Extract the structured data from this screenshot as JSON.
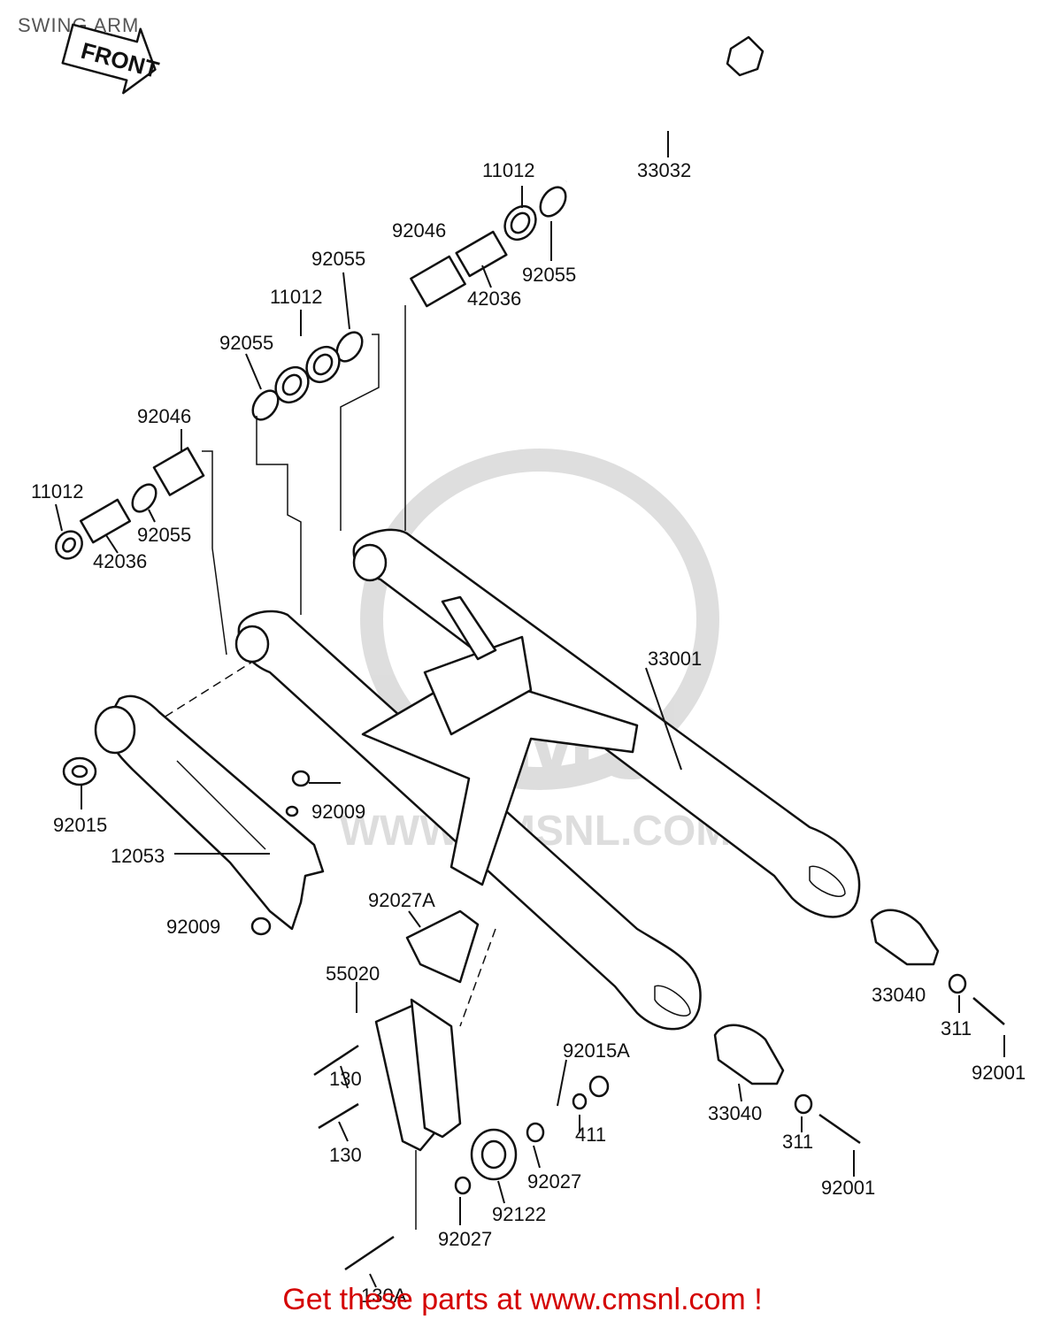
{
  "title": "SWING ARM",
  "front_arrow": "FRONT",
  "watermark": {
    "url": "WWW.CMSNL.COM",
    "logo": "CMS"
  },
  "footer": "Get these parts at www.cmsnl.com !",
  "part_labels": [
    {
      "key": "33032",
      "text": "33032"
    },
    {
      "key": "11012_a",
      "text": "11012"
    },
    {
      "key": "92046_a",
      "text": "92046"
    },
    {
      "key": "92055_a",
      "text": "92055"
    },
    {
      "key": "42036_a",
      "text": "42036"
    },
    {
      "key": "92055_b",
      "text": "92055"
    },
    {
      "key": "11012_b",
      "text": "11012"
    },
    {
      "key": "92055_c",
      "text": "92055"
    },
    {
      "key": "92046_b",
      "text": "92046"
    },
    {
      "key": "11012_c",
      "text": "11012"
    },
    {
      "key": "92055_d",
      "text": "92055"
    },
    {
      "key": "42036_b",
      "text": "42036"
    },
    {
      "key": "33001",
      "text": "33001"
    },
    {
      "key": "92015",
      "text": "92015"
    },
    {
      "key": "92009",
      "text": "92009"
    },
    {
      "key": "12053",
      "text": "12053"
    },
    {
      "key": "92009_b",
      "text": "92009"
    },
    {
      "key": "92027A",
      "text": "92027A"
    },
    {
      "key": "55020",
      "text": "55020"
    },
    {
      "key": "33040_a",
      "text": "33040"
    },
    {
      "key": "311_a",
      "text": "311"
    },
    {
      "key": "92001_a",
      "text": "92001"
    },
    {
      "key": "92015A",
      "text": "92015A"
    },
    {
      "key": "130_a",
      "text": "130"
    },
    {
      "key": "130_b",
      "text": "130"
    },
    {
      "key": "411",
      "text": "411"
    },
    {
      "key": "92027_a",
      "text": "92027"
    },
    {
      "key": "92122",
      "text": "92122"
    },
    {
      "key": "92027_b",
      "text": "92027"
    },
    {
      "key": "33040_b",
      "text": "33040"
    },
    {
      "key": "311_b",
      "text": "311"
    },
    {
      "key": "92001_b",
      "text": "92001"
    },
    {
      "key": "130A",
      "text": "130A"
    }
  ]
}
